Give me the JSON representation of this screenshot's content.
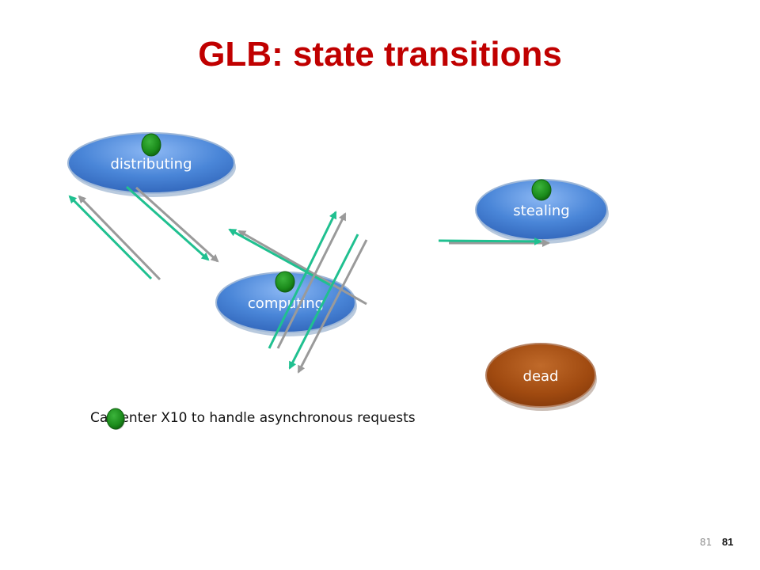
{
  "slide": {
    "title": "GLB: state transitions",
    "caption": "Can enter X10 to handle asynchronous requests",
    "page_number_small": "81",
    "page_number": "81"
  },
  "states": {
    "distributing": "distributing",
    "stealing": "stealing",
    "computing": "computing",
    "dead": "dead"
  },
  "colors": {
    "title": "#c00000",
    "state_blue": "#4a86d8",
    "dead_brown": "#a04a10",
    "marker_green": "#1a8a1a",
    "arrow_teal": "#20c090",
    "arrow_gray": "#9a9a9a"
  }
}
